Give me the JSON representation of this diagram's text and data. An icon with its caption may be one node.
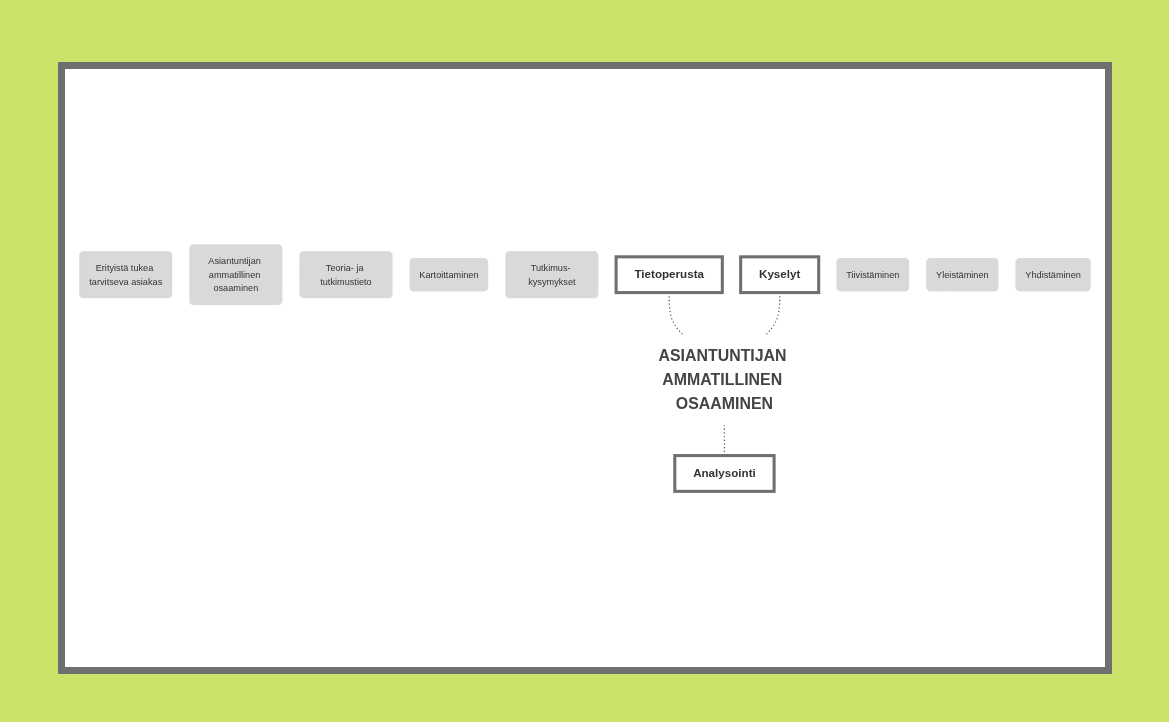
{
  "diagram": {
    "nodes": [
      {
        "text": [
          "Erityistä tukea tarvitseva asiakas"
        ]
      },
      {
        "text": [
          "Asiantuntijan ammatillinen osaaminen"
        ]
      },
      {
        "text": [
          "Teoria- ja tutkimustieto"
        ]
      },
      {
        "text": [
          "Kartoittaminen"
        ]
      },
      {
        "text": [
          "Tutkimus- kysymykset"
        ]
      },
      {
        "text": [
          "Tietoperusta"
        ]
      },
      {
        "text": [
          "Kyselyt"
        ]
      },
      {
        "text": [
          "ASIANTUNTIJAN AMMATILLINEN OSAAMINEN"
        ]
      },
      {
        "text": [
          "Analysointi"
        ]
      },
      {
        "text": [
          "Tiivistäminen"
        ]
      },
      {
        "text": [
          "Yleistäminen"
        ]
      },
      {
        "text": [
          "Yhdistäminen"
        ]
      }
    ],
    "edges": [
      {
        "from": 5,
        "to": 7,
        "arrow": "none",
        "style": "dashed"
      },
      {
        "from": 6,
        "to": 7,
        "arrow": "none",
        "style": "dashed"
      },
      {
        "from": 7,
        "to": 8,
        "arrow": "none",
        "style": "dashed"
      }
    ]
  }
}
